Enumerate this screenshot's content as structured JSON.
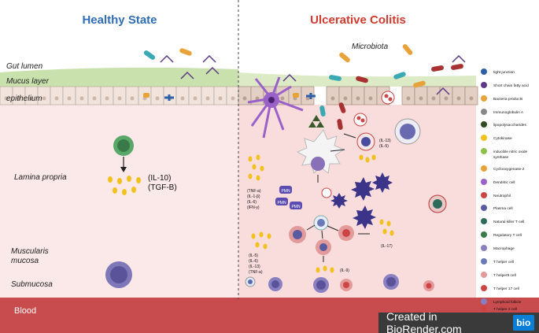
{
  "titles": {
    "healthy": "Healthy State",
    "uc": "Ulcerative Colitis"
  },
  "regions": {
    "gut_lumen": "Gut lumen",
    "mucus_layer": "Mucus layer",
    "epithelium": "epithelium",
    "lamina_propria": "Lamina propria",
    "muscularis_1": "Muscularis",
    "muscularis_2": "mucosa",
    "submucosa": "Submucosa",
    "blood": "Blood",
    "microbiota": "Microbiota"
  },
  "healthy_cytokines": [
    "(IL-10)",
    "(TGF-B)"
  ],
  "uc_labels": {
    "il13_il5": [
      "(IL-13)",
      "(IL-5)"
    ],
    "tnf_group": [
      "(TNF-a)",
      "(IL-1-β)",
      "(IL-6)",
      "(IFN-γ)"
    ],
    "il17": "(IL-17)",
    "il9": "(IL-9)",
    "il5_group": [
      "(IL-5)",
      "(IL-6)",
      "(IL-13)",
      "(TNF-a)"
    ],
    "pmn": [
      "PMN",
      "PMN",
      "PMN"
    ]
  },
  "legend": [
    "tight junction",
    "Short chain fatty acid",
    "Bacteria products",
    "Immunoglobulin A",
    "lipopolysaccharides",
    "Cytokinase",
    "inducible nitric oxide",
    "synthase",
    "Cyclooxygenase-2",
    "Dendritic cell",
    "Neutrophil",
    "Plasma cell",
    "Natural killer T cell",
    "Regulatory T cell",
    "Macrophage",
    "T helper cell",
    "T helper9 cell",
    "T helper 17 cell",
    "Lymphoid follicle",
    "T helper 2 cell"
  ],
  "watermark": {
    "text": "Created in BioRender.com",
    "logo": "bio"
  },
  "colors": {
    "healthy_title": "#2f6db5",
    "uc_title": "#d03a2f",
    "tissue": "#fbe6e6",
    "blood": "#c8484a",
    "mucus": "#c6dfa8"
  }
}
